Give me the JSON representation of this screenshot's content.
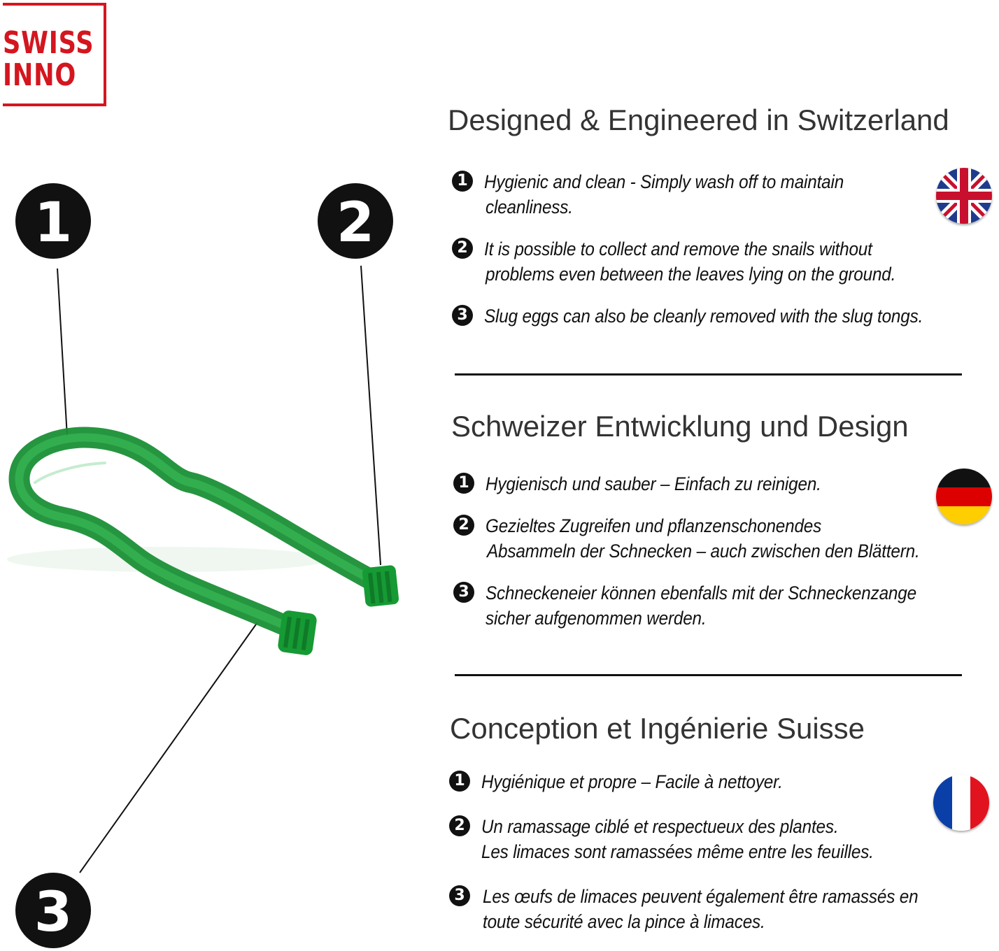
{
  "logo": {
    "line1": "SWISS",
    "line2": "INNO",
    "color": "#d4161f"
  },
  "product": {
    "name": "slug tongs",
    "color": "#1f9a3a",
    "callouts": [
      "1",
      "2",
      "3"
    ]
  },
  "sections": [
    {
      "lang": "en",
      "flag_icon": "uk-flag-icon",
      "title": "Designed & Engineered in Switzerland",
      "items": [
        {
          "num": "1",
          "lines": [
            "Hygienic and clean - Simply wash off to maintain",
            "cleanliness."
          ]
        },
        {
          "num": "2",
          "lines": [
            "It is possible to collect and remove the snails without",
            "problems even between the leaves lying on the ground."
          ]
        },
        {
          "num": "3",
          "lines": [
            "Slug eggs can also be cleanly removed with the slug tongs."
          ]
        }
      ]
    },
    {
      "lang": "de",
      "flag_icon": "germany-flag-icon",
      "title": "Schweizer Entwicklung und Design",
      "items": [
        {
          "num": "1",
          "lines": [
            "Hygienisch und sauber – Einfach zu reinigen."
          ]
        },
        {
          "num": "2",
          "lines": [
            "Gezieltes Zugreifen und pflanzenschonendes",
            "Absammeln der Schnecken – auch zwischen den Blättern."
          ]
        },
        {
          "num": "3",
          "lines": [
            "Schneckeneier können ebenfalls mit der Schneckenzange",
            "sicher aufgenommen werden."
          ]
        }
      ]
    },
    {
      "lang": "fr",
      "flag_icon": "france-flag-icon",
      "title": "Conception et Ingénierie Suisse",
      "items": [
        {
          "num": "1",
          "lines": [
            "Hygiénique et propre – Facile à nettoyer."
          ]
        },
        {
          "num": "2",
          "lines": [
            "Un ramassage ciblé et respectueux des plantes.",
            "Les limaces sont ramassées même entre les feuilles."
          ]
        },
        {
          "num": "3",
          "lines": [
            "Les œufs de limaces peuvent également être ramassés en",
            "toute sécurité avec la pince à limaces."
          ]
        }
      ]
    }
  ]
}
